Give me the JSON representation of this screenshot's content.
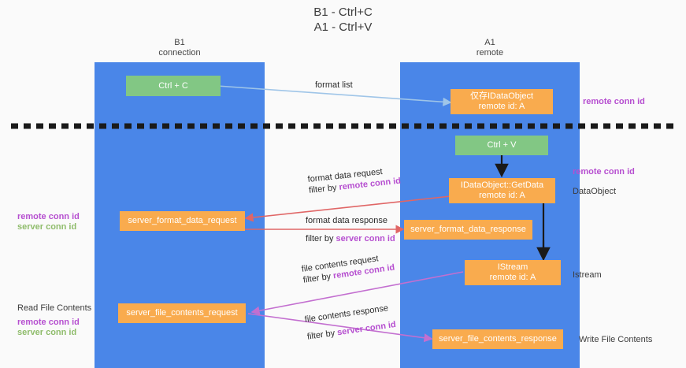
{
  "title": "B1 - Ctrl+C\nA1 - Ctrl+V",
  "columns": [
    {
      "name": "B1",
      "role": "connection",
      "header": "B1\nconnection"
    },
    {
      "name": "A1",
      "role": "remote",
      "header": "A1\nremote"
    }
  ],
  "colors": {
    "band": "#4a86e8",
    "green_node": "#82c784",
    "orange_node": "#f9ab4e",
    "arrow_format_list": "#9fc5e8",
    "arrow_format_data": "#e06666",
    "arrow_file_contents": "#c36fd0",
    "arrow_black": "#1a1a1a",
    "annot_remote": "#b64fd0",
    "annot_server": "#8fbc6b",
    "divider": "#1a1a1a"
  },
  "nodes": {
    "ctrl_c": {
      "line1": "Ctrl + C",
      "line2": ""
    },
    "data_object": {
      "line1": "仅存IDataObject",
      "line2": "remote id: A"
    },
    "ctrl_v": {
      "line1": "Ctrl + V",
      "line2": ""
    },
    "get_data": {
      "line1": "IDataObject::GetData",
      "line2": "remote id: A"
    },
    "server_format_data_request": {
      "line1": "server_format_data_request",
      "line2": ""
    },
    "server_format_data_response": {
      "line1": "server_format_data_response",
      "line2": ""
    },
    "istream": {
      "line1": "IStream",
      "line2": "remote id: A"
    },
    "server_file_contents_request": {
      "line1": "server_file_contents_request",
      "line2": ""
    },
    "server_file_contents_response": {
      "line1": "server_file_contents_response",
      "line2": ""
    }
  },
  "flow_labels": {
    "format_list": {
      "line1": "format list",
      "line2": "",
      "filter_prefix": "",
      "filter_key": ""
    },
    "format_data_request": {
      "line1": "format data request",
      "filter_prefix": "filter by ",
      "filter_key": "remote conn id"
    },
    "format_data_response": {
      "line1": "format data response",
      "filter_prefix": "filter by ",
      "filter_key": "server conn id"
    },
    "file_contents_request": {
      "line1": "file contents request",
      "filter_prefix": "filter by ",
      "filter_key": "remote conn id"
    },
    "file_contents_response": {
      "line1": "file contents response",
      "filter_prefix": "filter by ",
      "filter_key": "server conn id"
    }
  },
  "side_labels": {
    "right_remote_conn_id_top": "remote conn id",
    "right_remote_conn_id_mid": "remote conn id",
    "right_data_object": "DataObject",
    "right_istream": "Istream",
    "right_write_file_contents": "Write File Contents",
    "left_remote_conn_id": "remote conn id",
    "left_server_conn_id": "server conn id",
    "left_read_file_contents": "Read File Contents",
    "left_remote_conn_id_2": "remote conn id",
    "left_server_conn_id_2": "server conn id"
  }
}
